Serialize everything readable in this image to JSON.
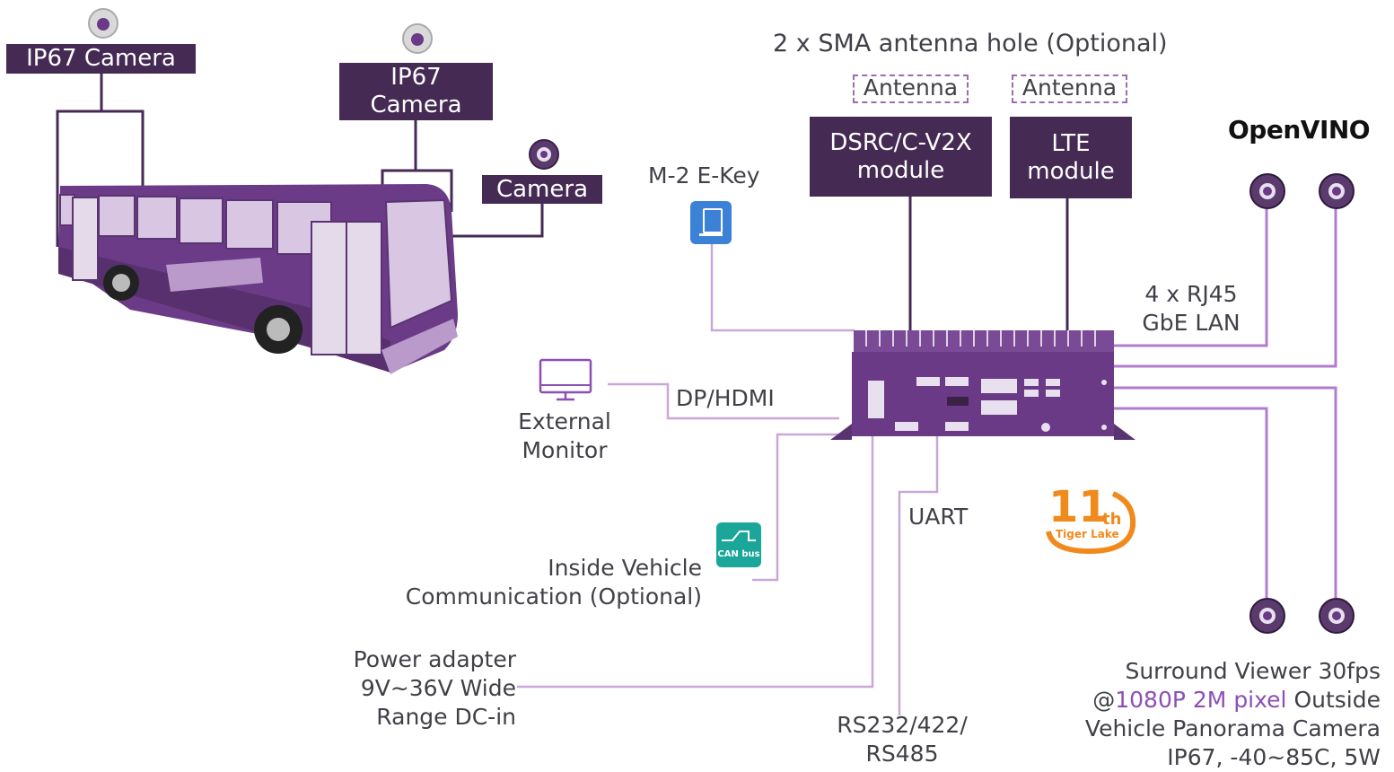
{
  "bus": {
    "camera1_label": "IP67 Camera",
    "camera2_line1": "IP67",
    "camera2_line2": "Camera",
    "camera3_label": "Camera"
  },
  "antenna": {
    "header": "2 x SMA antenna hole (Optional)",
    "antenna1": "Antenna",
    "antenna2": "Antenna"
  },
  "modules": {
    "dsrc_line1": "DSRC/C-V2X",
    "dsrc_line2": "module",
    "lte_line1": "LTE",
    "lte_line2": "module"
  },
  "m2": {
    "label": "M-2 E-Key"
  },
  "openvino": {
    "logo_text": "OpenVINO"
  },
  "lan": {
    "line1": "4 x RJ45",
    "line2": "GbE LAN"
  },
  "monitor": {
    "line1": "External",
    "line2": "Monitor",
    "port": "DP/HDMI"
  },
  "can": {
    "icon_text": "CAN bus",
    "line1": "Inside Vehicle",
    "line2": "Communication (Optional)"
  },
  "uart": {
    "label": "UART"
  },
  "tigerlake": {
    "num": "11",
    "suffix": "th",
    "name": "Tiger Lake"
  },
  "power": {
    "line1": "Power adapter",
    "line2": "9V~36V Wide",
    "line3": "Range DC-in"
  },
  "serial": {
    "line1": "RS232/422/",
    "line2": "RS485"
  },
  "surround": {
    "line1": "Surround Viewer 30fps",
    "line2_prefix": "@",
    "line2_highlight": "1080P 2M pixel",
    "line2_suffix": " Outside",
    "line3": "Vehicle Panorama Camera",
    "line4": "IP67, -40~85C, 5W"
  },
  "colors": {
    "box_bg": "#452a54",
    "device_purple": "#6a3a86",
    "line_purple": "#c7a6d6",
    "highlight": "#8b4fb5",
    "tiger_orange": "#f08a1c"
  }
}
